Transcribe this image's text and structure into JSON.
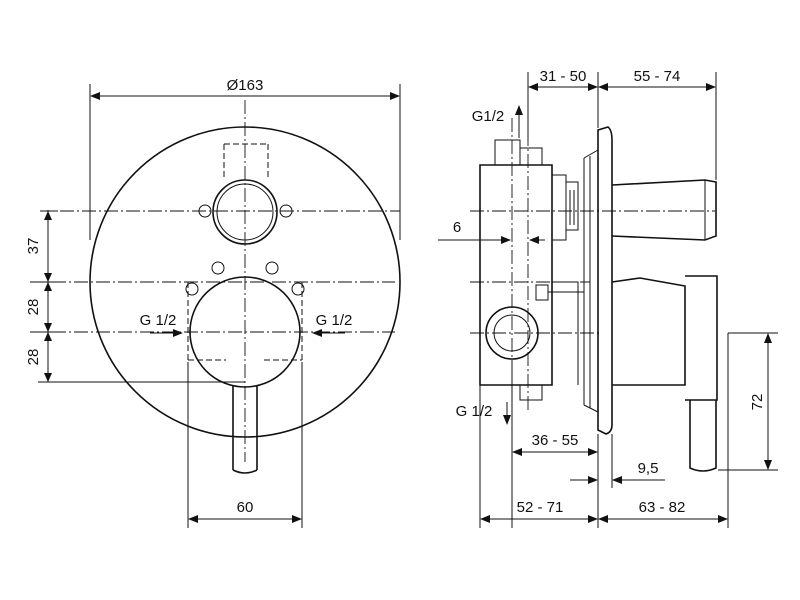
{
  "front_view": {
    "diameter_label": "Ø163",
    "dim_37": "37",
    "dim_28_upper": "28",
    "dim_28_lower": "28",
    "dim_60": "60",
    "inlet_left": "G 1/2",
    "inlet_right": "G 1/2"
  },
  "side_view": {
    "outlet_top": "G1/2",
    "outlet_bottom": "G 1/2",
    "dim_31_50": "31 - 50",
    "dim_55_74": "55 - 74",
    "dim_6": "6",
    "dim_36_55": "36 - 55",
    "dim_9_5": "9,5",
    "dim_52_71": "52 - 71",
    "dim_63_82": "63 - 82",
    "dim_72": "72"
  }
}
